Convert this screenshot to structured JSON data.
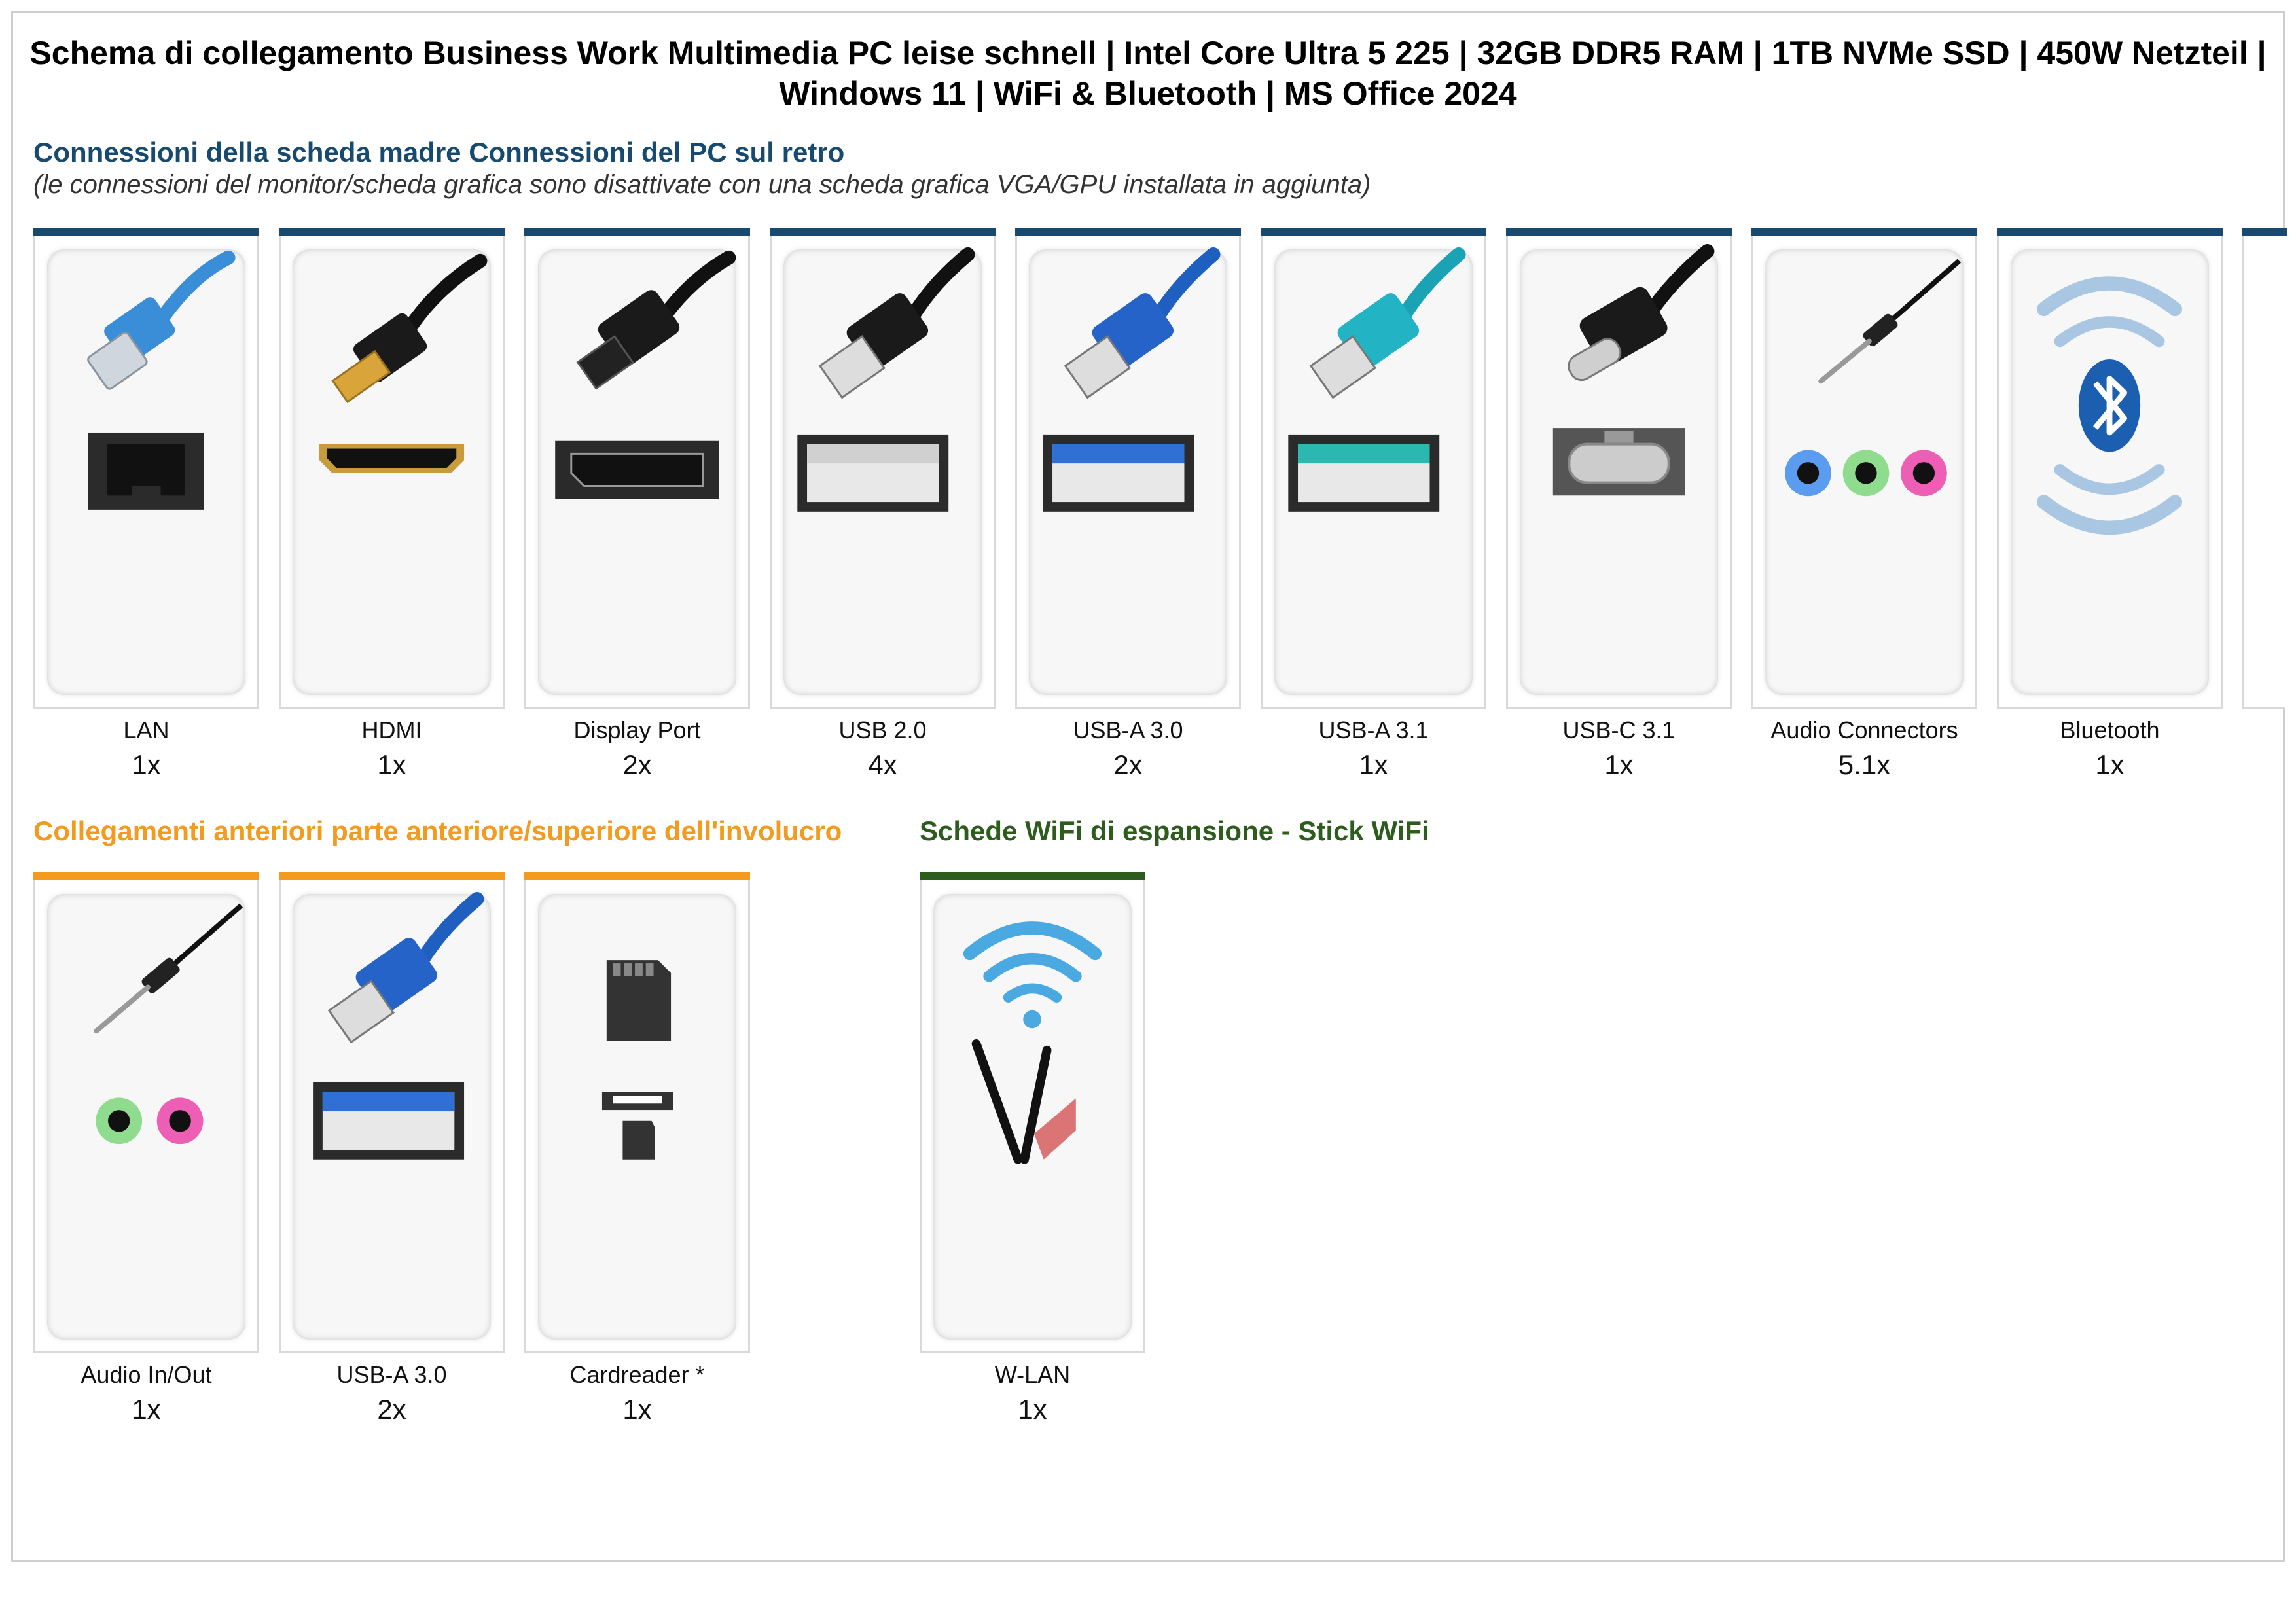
{
  "title": "Schema di collegamento Business Work Multimedia PC leise schnell | Intel Core Ultra 5 225 | 32GB DDR5 RAM | 1TB NVMe SSD | 450W Netzteil | Windows 11 | WiFi & Bluetooth | MS Office 2024",
  "rear": {
    "heading": "Connessioni della scheda madre Connessioni del PC sul retro",
    "note": "(le connessioni del monitor/scheda grafica sono disattivate con una scheda grafica VGA/GPU installata in aggiunta)",
    "color": "#174a6e",
    "items": [
      {
        "label": "LAN",
        "count": "1x",
        "icon": "lan-icon"
      },
      {
        "label": "HDMI",
        "count": "1x",
        "icon": "hdmi-icon"
      },
      {
        "label": "Display Port",
        "count": "2x",
        "icon": "displayport-icon"
      },
      {
        "label": "USB 2.0",
        "count": "4x",
        "icon": "usb-2-icon"
      },
      {
        "label": "USB-A 3.0",
        "count": "2x",
        "icon": "usb-a-3-0-icon"
      },
      {
        "label": "USB-A 3.1",
        "count": "1x",
        "icon": "usb-a-3-1-icon"
      },
      {
        "label": "USB-C 3.1",
        "count": "1x",
        "icon": "usb-c-icon"
      },
      {
        "label": "Audio Connectors",
        "count": "5.1x",
        "icon": "audio-connectors-icon"
      },
      {
        "label": "Bluetooth",
        "count": "1x",
        "icon": "bluetooth-icon"
      }
    ]
  },
  "front": {
    "heading": "Collegamenti anteriori parte anteriore/superiore dell'involucro",
    "color": "#f39b1e",
    "items": [
      {
        "label": "Audio In/Out",
        "count": "1x",
        "icon": "audio-jack-icon"
      },
      {
        "label": "USB-A 3.0",
        "count": "2x",
        "icon": "usb-a-3-0-icon"
      },
      {
        "label": "Cardreader *",
        "count": "1x",
        "icon": "sd-card-icon"
      }
    ]
  },
  "wifi": {
    "heading": "Schede WiFi di espansione - Stick WiFi",
    "color": "#2d5d1d",
    "items": [
      {
        "label": "W-LAN",
        "count": "1x",
        "icon": "wifi-icon"
      }
    ]
  }
}
